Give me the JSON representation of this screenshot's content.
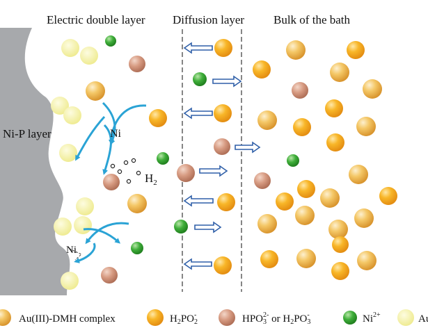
{
  "headers": {
    "edl": "Electric double layer",
    "diffusion": "Diffusion layer",
    "bulk": "Bulk of the bath"
  },
  "labels": {
    "nip_layer": "Ni-P layer",
    "ni_top": "Ni",
    "ni_bottom": "Ni",
    "h2_main": "H",
    "h2_sub": "2"
  },
  "legend": {
    "au_dmh": "Au(III)-DMH complex",
    "h2po2_main": "H",
    "h2po2_sub1": "2",
    "h2po2_mid": "PO",
    "h2po2_sub2": "2",
    "h2po2_sup": "-",
    "hpo3_main": "HPO",
    "hpo3_sub": "3",
    "hpo3_sup": "2-",
    "or_text": " or H",
    "h2po3_sub1": "2",
    "h2po3_mid": "PO",
    "h2po3_sub2": "3",
    "h2po3_sup": "-",
    "ni_main": "Ni",
    "ni_sup": "2+",
    "au_clipped": "Au"
  },
  "colors": {
    "au_complex": "#f2b94e",
    "hypophosphite": "#f6a623",
    "phosphite": "#d6957c",
    "nickel_ion": "#3aaa35",
    "gold_atom": "#f2ef9a",
    "ni_p_layer": "#a7a9ac",
    "arrow_blue": "#2f5fa8",
    "reaction_arrow": "#2aa3d5"
  }
}
